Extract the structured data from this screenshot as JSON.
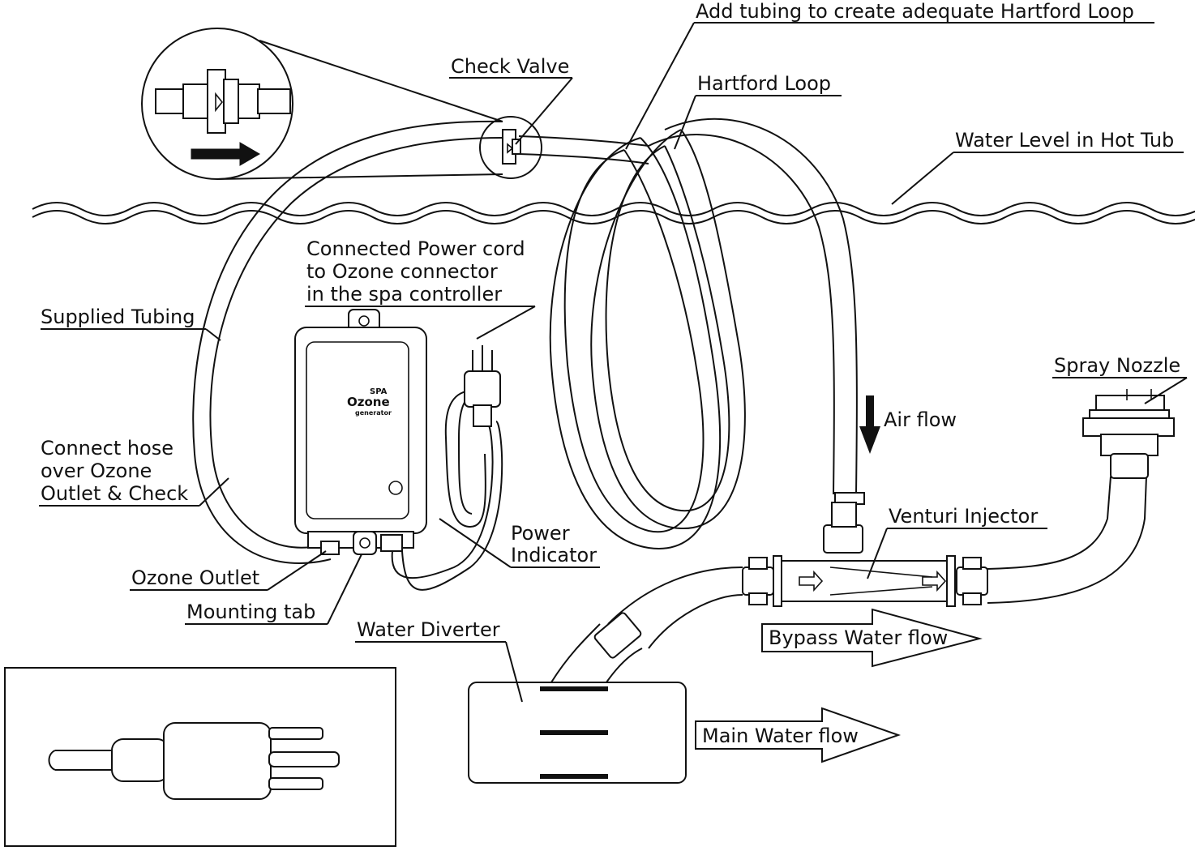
{
  "colors": {
    "ink": "#111111",
    "paper": "#ffffff"
  },
  "labels": {
    "add_tubing": "Add tubing to create adequate Hartford Loop",
    "check_valve": "Check Valve",
    "hartford_loop": "Hartford Loop",
    "water_level": "Water Level in Hot Tub",
    "power_cord_line1": "Connected Power cord",
    "power_cord_line2": "to Ozone connector",
    "power_cord_line3": "in the spa controller",
    "supplied_tubing": "Supplied Tubing",
    "connect_hose_line1": "Connect hose",
    "connect_hose_line2": "over Ozone",
    "connect_hose_line3": "Outlet & Check",
    "ozone_outlet": "Ozone Outlet",
    "mounting_tab": "Mounting tab",
    "power_indicator_line1": "Power",
    "power_indicator_line2": "Indicator",
    "air_flow": "Air flow",
    "spray_nozzle": "Spray Nozzle",
    "venturi_injector": "Venturi Injector",
    "water_diverter": "Water Diverter",
    "bypass_water_flow": "Bypass Water flow",
    "main_water_flow": "Main Water flow"
  },
  "device_logo": {
    "line1": "SPA",
    "line2": "Ozone",
    "line3": "generator"
  },
  "icons": [
    "check-valve-icon",
    "flow-direction-arrow-icon",
    "power-plug-icon",
    "ozone-generator-icon",
    "spray-nozzle-icon",
    "venturi-injector-icon",
    "water-diverter-icon"
  ]
}
